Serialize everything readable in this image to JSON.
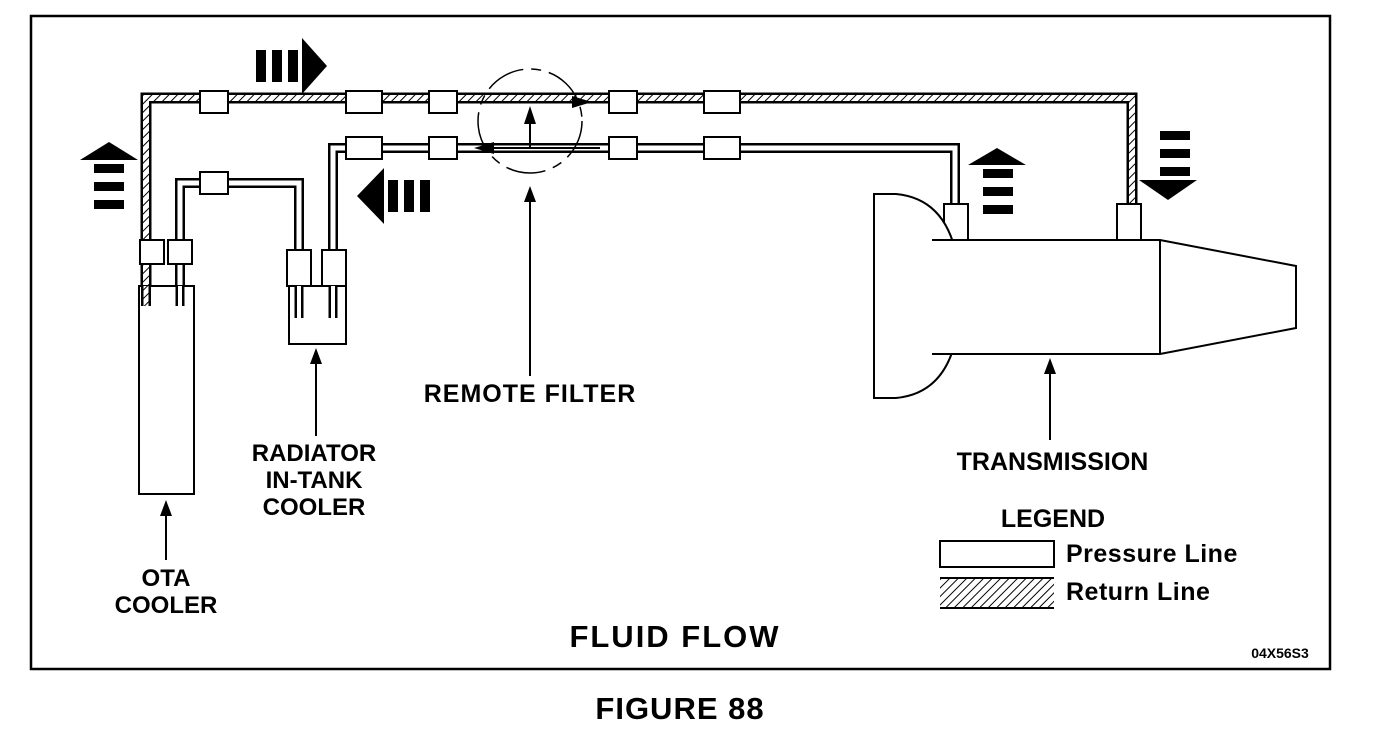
{
  "title": "FLUID FLOW",
  "figure_caption": "FIGURE 88",
  "figure_code": "04X56S3",
  "components": {
    "ota_cooler": [
      "OTA",
      "COOLER"
    ],
    "radiator_cooler": [
      "RADIATOR",
      "IN-TANK",
      "COOLER"
    ],
    "remote_filter": "REMOTE FILTER",
    "transmission": "TRANSMISSION"
  },
  "legend": {
    "title": "LEGEND",
    "pressure": "Pressure Line",
    "return": "Return Line"
  },
  "colors": {
    "ink": "#000000",
    "background": "#ffffff"
  }
}
